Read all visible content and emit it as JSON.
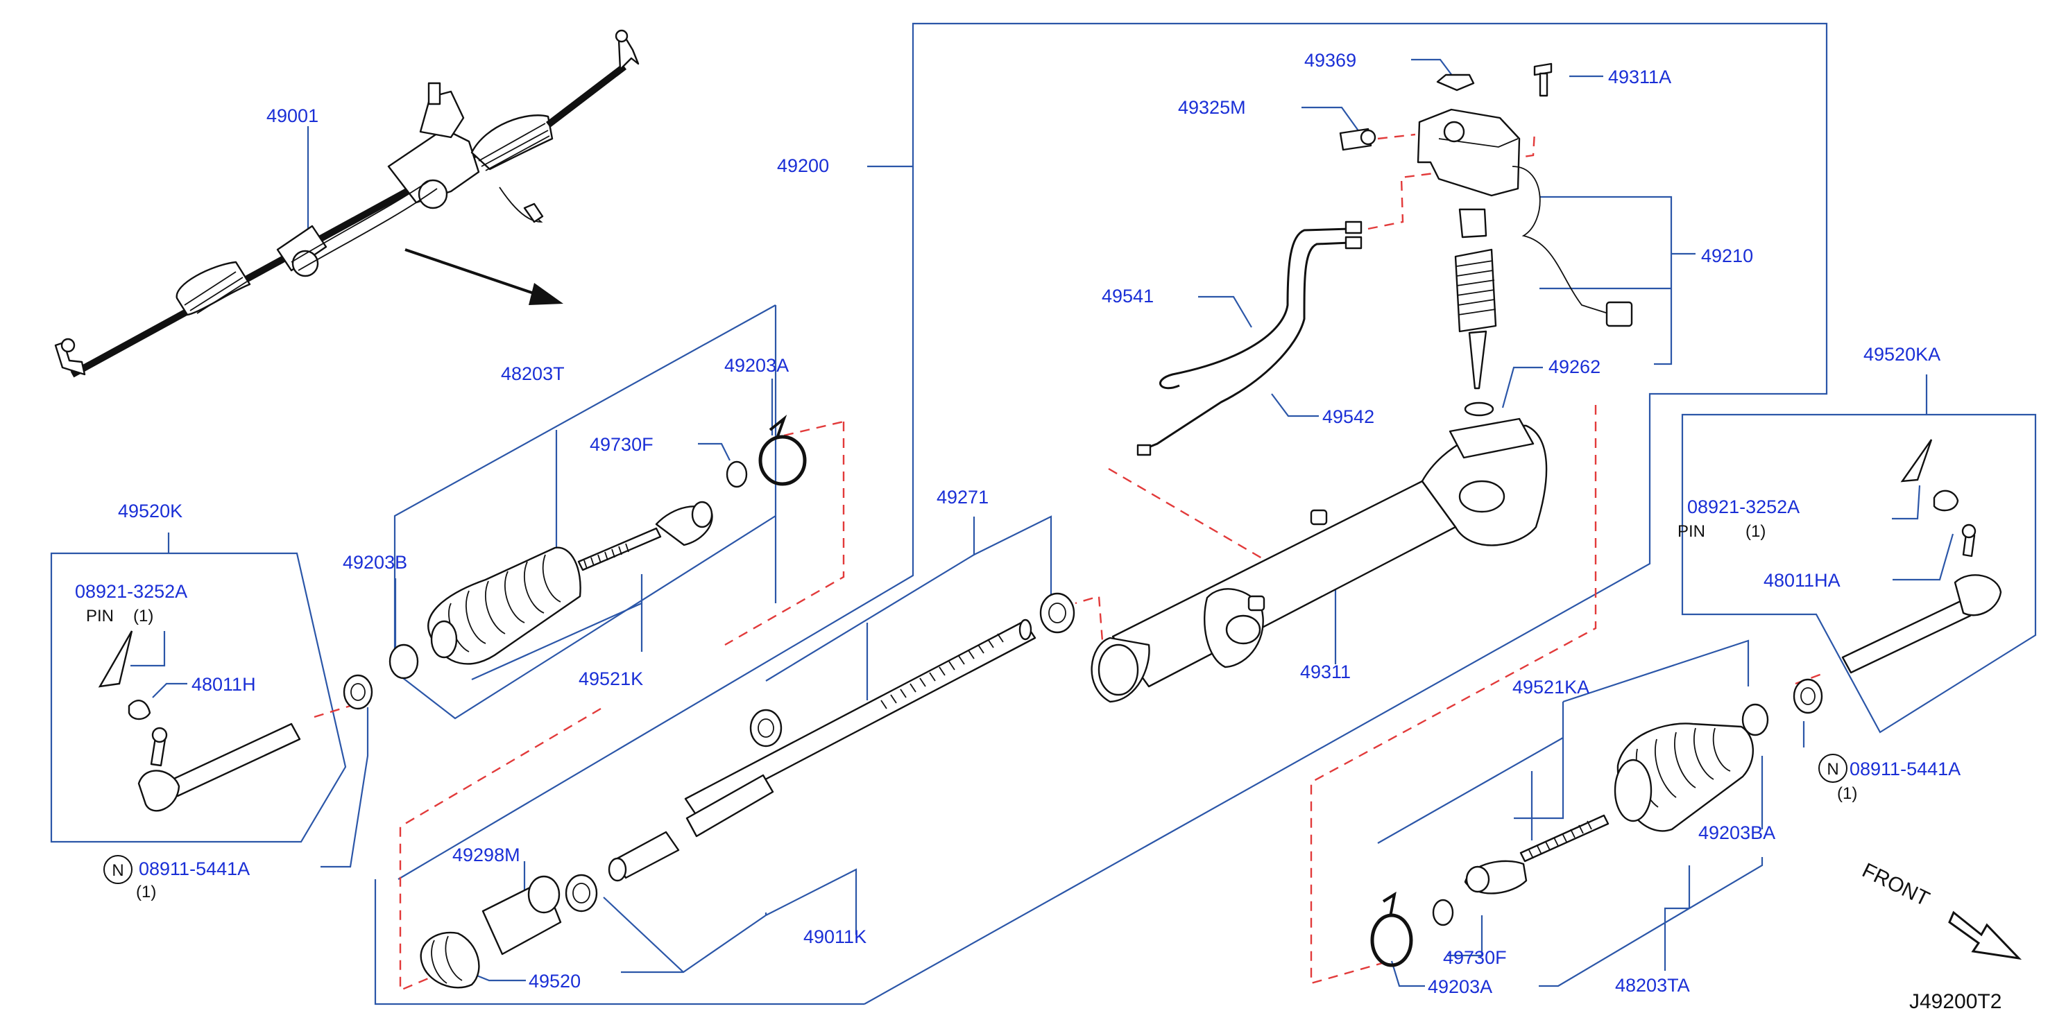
{
  "diagram_code": "J49200T2",
  "front_label": "FRONT",
  "labels": {
    "l49001": "49001",
    "l49200": "49200",
    "l49369": "49369",
    "l49311A": "49311A",
    "l49325M": "49325M",
    "l49210": "49210",
    "l49541": "49541",
    "l49262": "49262",
    "l49542": "49542",
    "l49520KA": "49520KA",
    "l48203T": "48203T",
    "l49203A_top": "49203A",
    "l49730F_top": "49730F",
    "l49520K": "49520K",
    "l49203B": "49203B",
    "l08921_left": "08921-3252A",
    "l48011H": "48011H",
    "l49521K": "49521K",
    "l49271": "49271",
    "l49311": "49311",
    "l08921_right": "08921-3252A",
    "l48011HA": "48011HA",
    "l49521KA": "49521KA",
    "l08911_right": "08911-5441A",
    "l49203BA": "49203BA",
    "l08911_left": "08911-5441A",
    "l49298M": "49298M",
    "l49011K": "49011K",
    "l49520": "49520",
    "l49730F_bot": "49730F",
    "l49203A_bot": "49203A",
    "l48203TA": "48203TA"
  },
  "annotations": {
    "pin_left": "PIN",
    "pin_left_qty": "(1)",
    "pin_right": "PIN",
    "pin_right_qty": "(1)",
    "nut_left_qty": "(1)",
    "nut_right_qty": "(1)",
    "nut_symbol": "N"
  }
}
